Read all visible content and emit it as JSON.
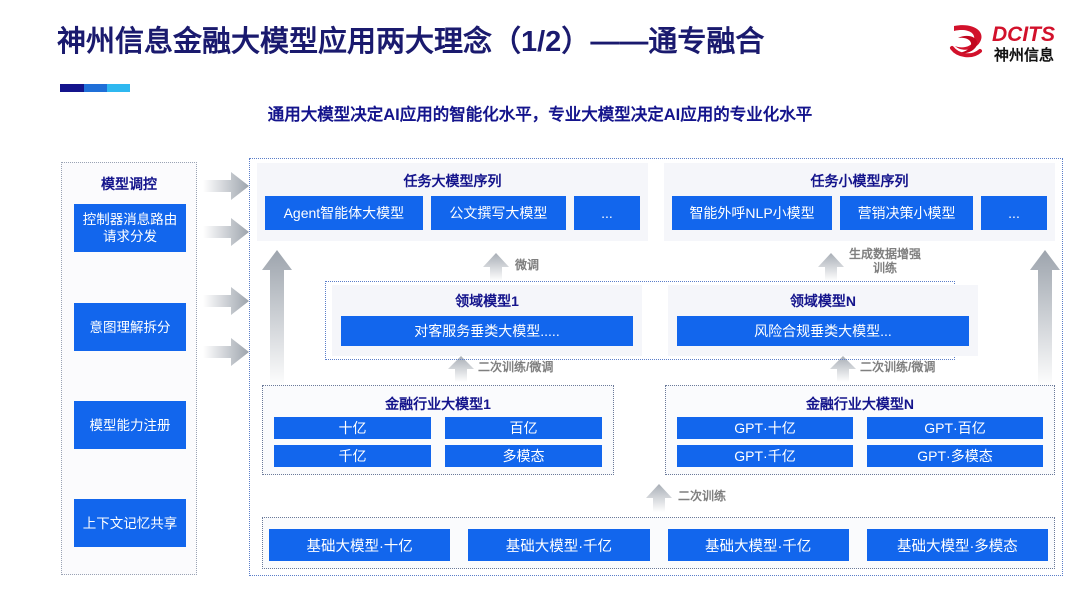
{
  "header": {
    "title": "神州信息金融大模型应用两大理念（1/2）——通专融合",
    "subtitle": "通用大模型决定AI应用的智能化水平，专业大模型决定AI应用的专业化水平",
    "logo_text_en": "DCITS",
    "logo_text_cn": "神州信息",
    "accent_colors": {
      "title_blue": "#1a1a6e",
      "chip_blue": "#1266ed",
      "logo_red": "#d2112b",
      "underline": [
        "#14148c",
        "#1f6fd8",
        "#2fb8f0"
      ]
    }
  },
  "control_panel": {
    "title": "模型调控",
    "items": [
      {
        "label": "控制器消息路由请求分发"
      },
      {
        "label": "意图理解拆分"
      },
      {
        "label": "模型能力注册"
      },
      {
        "label": "上下文记忆共享"
      }
    ]
  },
  "task_sequences": [
    {
      "title": "任务大模型序列",
      "chips": [
        "Agent智能体大模型",
        "公文撰写大模型",
        "..."
      ]
    },
    {
      "title": "任务小模型序列",
      "chips": [
        "智能外呼NLP小模型",
        "营销决策小模型",
        "..."
      ]
    }
  ],
  "domain_models": [
    {
      "title": "领域模型1",
      "chip": "对客服务垂类大模型....."
    },
    {
      "title": "领域模型N",
      "chip": "风险合规垂类大模型..."
    }
  ],
  "industry_models": [
    {
      "title": "金融行业大模型1",
      "cells": [
        "十亿",
        "百亿",
        "千亿",
        "多模态"
      ]
    },
    {
      "title": "金融行业大模型N",
      "cells": [
        "GPT·十亿",
        "GPT·百亿",
        "GPT·千亿",
        "GPT·多模态"
      ]
    }
  ],
  "base_models": {
    "cells": [
      "基础大模型·十亿",
      "基础大模型·千亿",
      "基础大模型·千亿",
      "基础大模型·多模态"
    ]
  },
  "arrow_labels": {
    "fine_tune": "微调",
    "data_augment_line1": "生成数据增强",
    "data_augment_line2": "训练",
    "retrain_tune_left": "二次训练/微调",
    "retrain_tune_right": "二次训练/微调",
    "retrain": "二次训练"
  }
}
